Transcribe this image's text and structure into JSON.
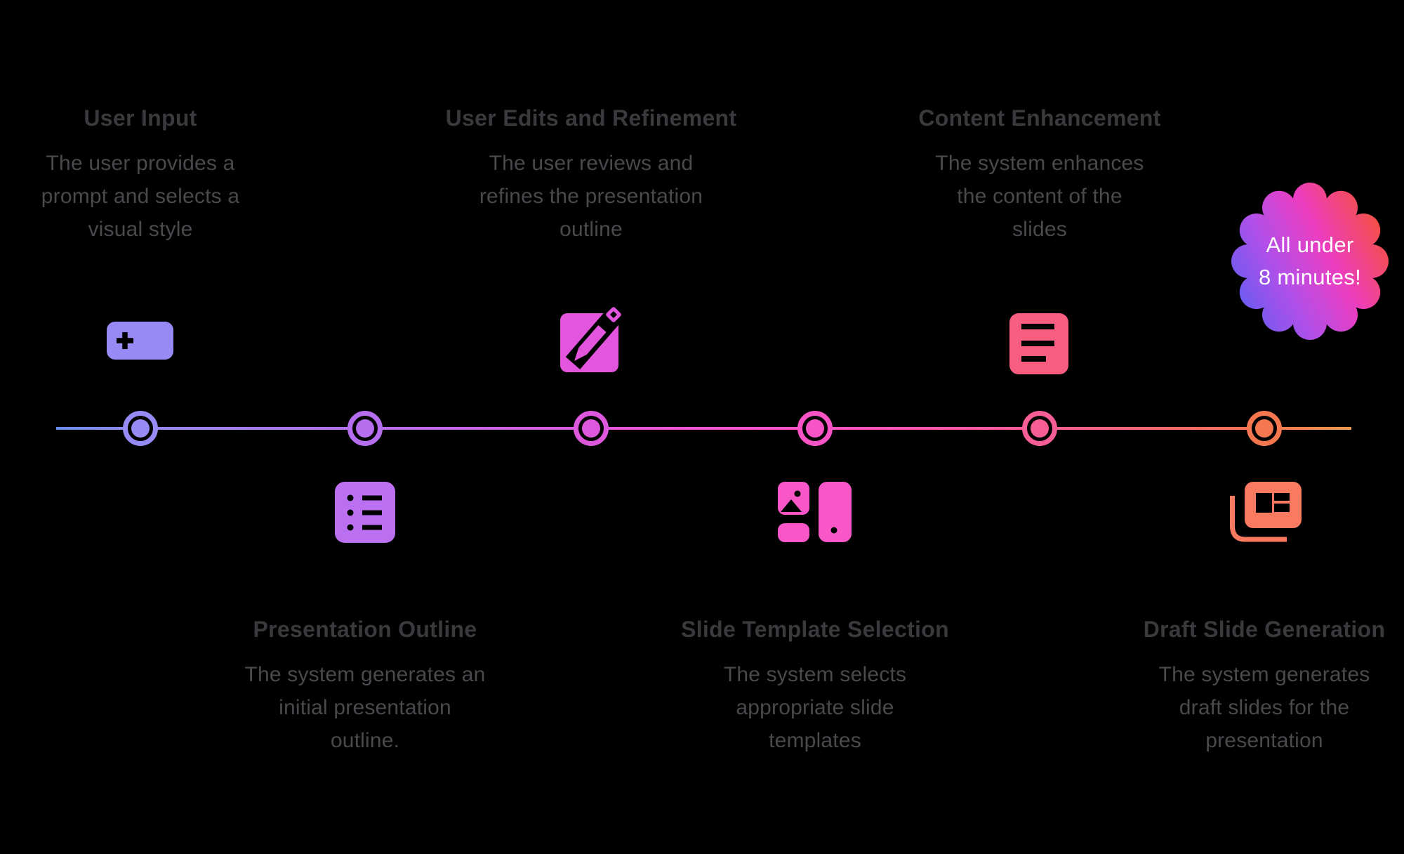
{
  "canvas": {
    "background": "#000000"
  },
  "badge": {
    "text": [
      "All under",
      "8 minutes!"
    ],
    "text_color": "#FFFFFF",
    "gradient": [
      "#6A5BF1",
      "#B44FE8",
      "#EC3DC0",
      "#F4503F"
    ]
  },
  "timeline": {
    "line_colors": [
      "#6A8BEB",
      "#968BF4",
      "#B56EEE",
      "#DE58DE",
      "#F854C6",
      "#F85E96",
      "#F4774F",
      "#F0994E"
    ]
  },
  "text_colors": {
    "title": "#3A3A3E",
    "description": "#49494E"
  },
  "steps": [
    {
      "title": "User Input",
      "description": [
        "The user provides a",
        "prompt and selects a",
        "visual style"
      ],
      "color": "#968BF4",
      "node_color": "#968BF4",
      "icon": "plus-input-icon",
      "position": "above"
    },
    {
      "title": "Presentation Outline",
      "description": [
        "The system generates an",
        "initial presentation",
        "outline."
      ],
      "color": "#BB6FF1",
      "node_color": "#B56EEE",
      "icon": "bulleted-list-icon",
      "position": "below"
    },
    {
      "title": "User Edits and Refinement",
      "description": [
        "The user reviews and",
        "refines the presentation",
        "outline"
      ],
      "color": "#E455DE",
      "node_color": "#DE58DE",
      "icon": "edit-pencil-icon",
      "position": "above"
    },
    {
      "title": "Slide Template Selection",
      "description": [
        "The system selects",
        "appropriate slide",
        "templates"
      ],
      "color": "#F957C7",
      "node_color": "#F854C6",
      "icon": "layout-templates-icon",
      "position": "below"
    },
    {
      "title": "Content Enhancement",
      "description": [
        "The system enhances",
        "the content of the",
        "slides"
      ],
      "color": "#F75E80",
      "node_color": "#F85E96",
      "icon": "text-document-icon",
      "position": "above"
    },
    {
      "title": "Draft Slide Generation",
      "description": [
        "The system generates",
        "draft slides for the",
        "presentation"
      ],
      "color": "#F97A61",
      "node_color": "#F4774F",
      "icon": "slides-stack-icon",
      "position": "below"
    }
  ]
}
